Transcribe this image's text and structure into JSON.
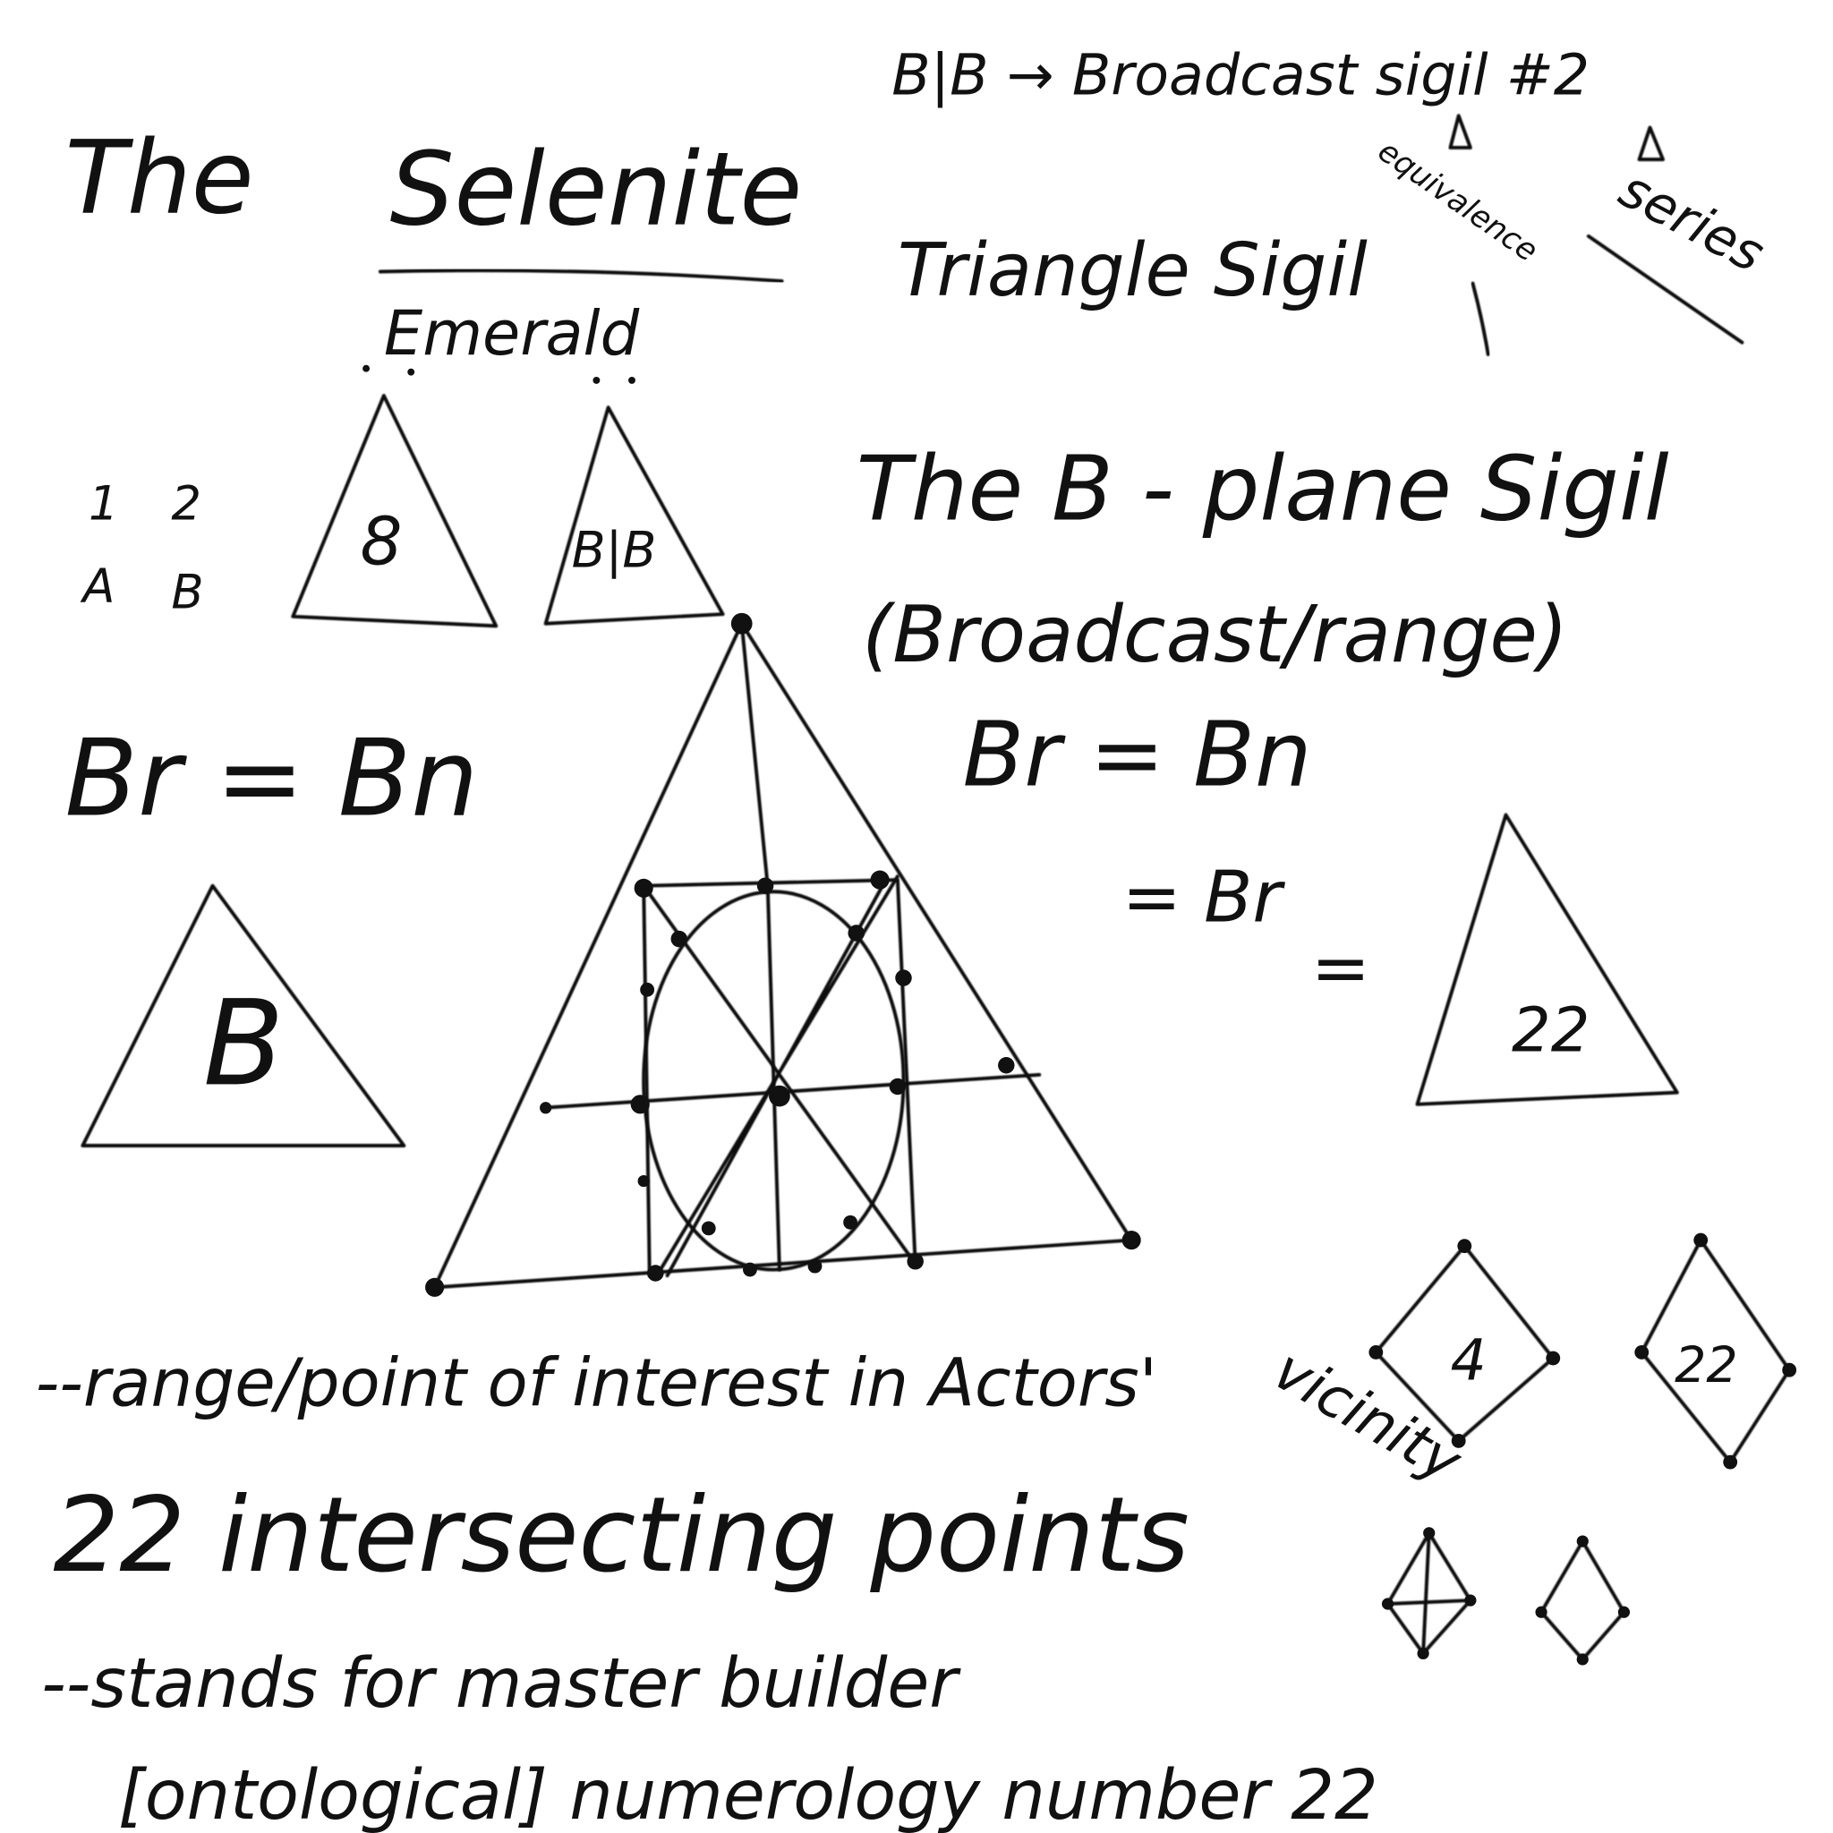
{
  "title": {
    "word1": "The",
    "word2": "Selenite",
    "subtitle": "Emerald"
  },
  "legend_top_right": {
    "line1": "B|B → Broadcast sigil #2",
    "line2": "Triangle Sigil",
    "note_equivalence": "equivalence",
    "note_series": "series"
  },
  "index_labels": {
    "n1": "1",
    "n2": "2",
    "a": "A",
    "b": "B"
  },
  "small_triangles": {
    "t1_symbol": "8",
    "t2_symbol": "B|B",
    "left_symbol": "B",
    "right_symbol": "22"
  },
  "equation_left": "Br = Bn",
  "b_plane": {
    "title": "The B - plane Sigil",
    "subtitle": "(Broadcast/range)",
    "eq1": "Br = Bn",
    "eq2": "= Br",
    "eq3": "="
  },
  "notes": {
    "range_line": "--range/point of interest in Actors'",
    "vicinity": "vicinity",
    "points_heading": "22 intersecting points",
    "stands_line": "--stands for master builder",
    "numerology_line": "[ontological] numerology number 22"
  },
  "diamonds": {
    "d1_label": "4",
    "d2_label": "22"
  }
}
